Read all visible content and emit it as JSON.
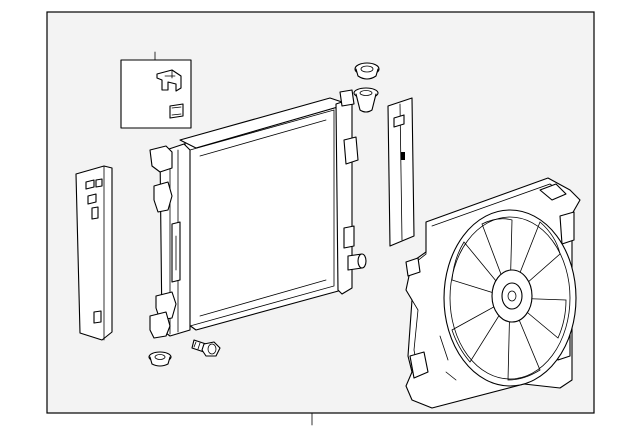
{
  "diagram": {
    "type": "exploded parts diagram",
    "background": "#ffffff",
    "panel_fill": "#f3f3f3",
    "line_color": "#000000",
    "parts": [
      "callout-box-bracket",
      "left-air-seal",
      "radiator-core",
      "upper-isolator-cap",
      "upper-isolator",
      "right-air-seal",
      "cooling-fan-shroud-assembly",
      "lower-isolator",
      "drain-plug"
    ],
    "text_labels": []
  }
}
